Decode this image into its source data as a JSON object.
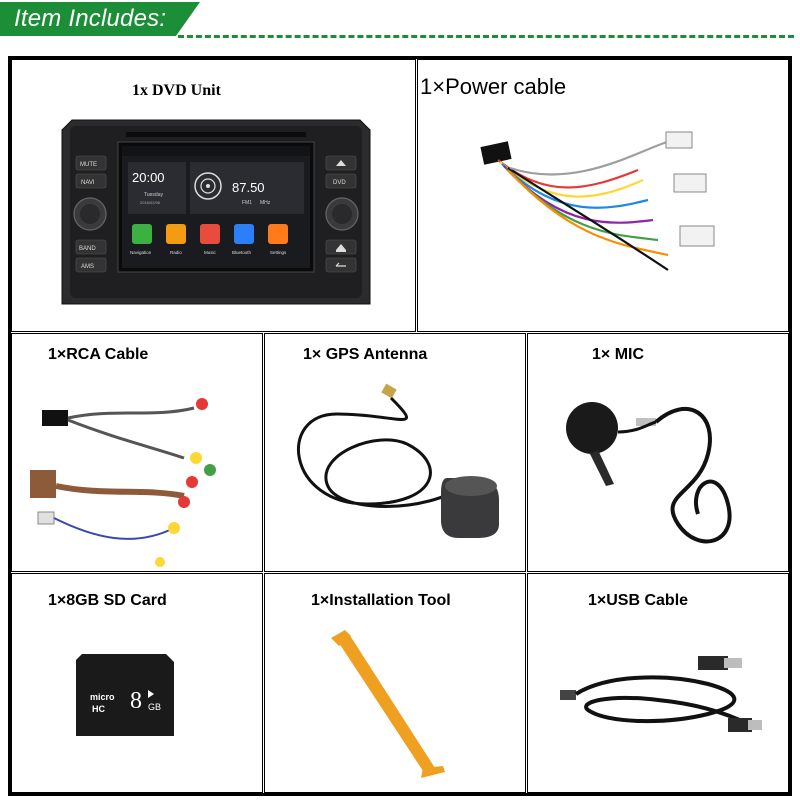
{
  "header": {
    "title": "Item Includes:"
  },
  "items": {
    "dvd": {
      "label": "1x DVD Unit"
    },
    "power": {
      "label": "1×Power cable"
    },
    "rca": {
      "label": "1×RCA Cable"
    },
    "gps": {
      "label": "1× GPS Antenna"
    },
    "mic": {
      "label": "1× MIC"
    },
    "sd": {
      "label": "1×8GB SD Card"
    },
    "tool": {
      "label": "1×Installation Tool"
    },
    "usb": {
      "label": "1×USB Cable"
    }
  },
  "dvd_unit": {
    "buttons": [
      "MUTE",
      "NAVI",
      "BAND",
      "AMS",
      "DVD"
    ],
    "screen": {
      "time": "20:00",
      "day": "Tuesday",
      "date": "2016/02/06",
      "frequency": "87.50",
      "band": "FM1",
      "unit": "MHz",
      "apps": [
        "Navigation",
        "Radio",
        "Music",
        "Bluetooth",
        "Settings"
      ]
    }
  },
  "sd_card": {
    "brand_top": "micro",
    "brand_bottom": "HC",
    "capacity": "8",
    "capacity_unit": "GB"
  },
  "colors": {
    "accent": "#1c8e38",
    "app_navigation": "#3cb043",
    "app_radio": "#f39c12",
    "app_music": "#e74c3c",
    "app_bluetooth": "#2d7ff9",
    "app_settings": "#ff7a1a",
    "tool": "#f0a020"
  }
}
